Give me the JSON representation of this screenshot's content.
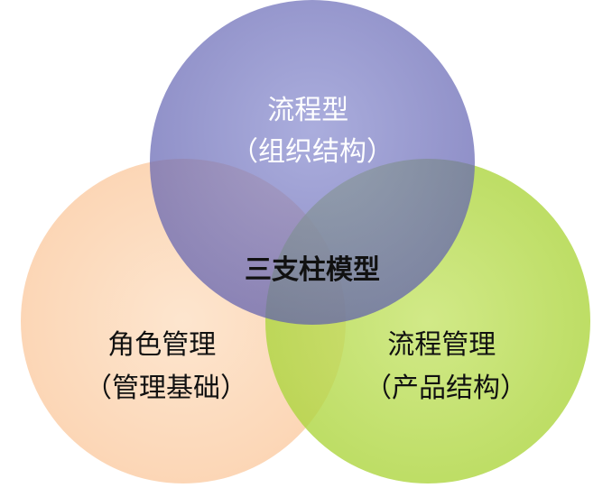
{
  "diagram": {
    "center_label": "三支柱模型",
    "circles": [
      {
        "id": "top",
        "line1": "流程型",
        "line2": "（组织结构）",
        "fill": "#6a6ab8",
        "text_color": "#ffffff"
      },
      {
        "id": "left",
        "line1": "角色管理",
        "line2": "（管理基础）",
        "fill": "#fcd4b2",
        "text_color": "#111111"
      },
      {
        "id": "right",
        "line1": "流程管理",
        "line2": "（产品结构）",
        "fill": "#b4d844",
        "text_color": "#111111"
      }
    ]
  }
}
